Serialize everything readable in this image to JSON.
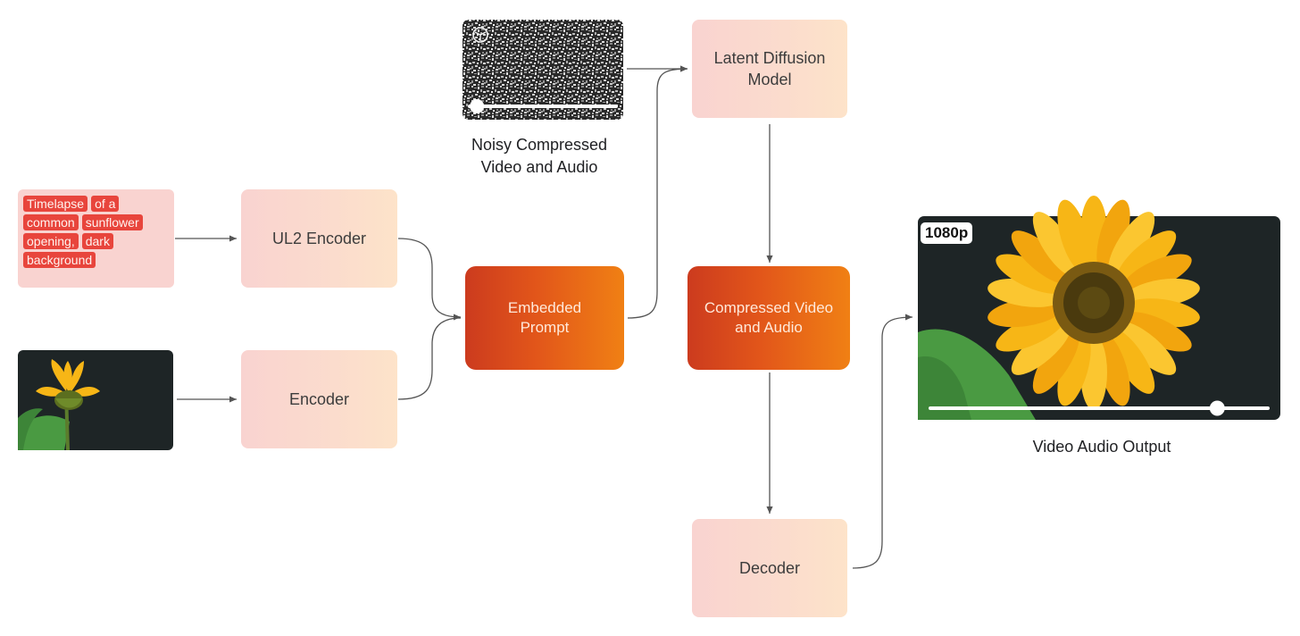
{
  "prompt_tokens": [
    "Timelapse",
    "of a",
    "common",
    "sunflower",
    "opening,",
    "dark",
    "background"
  ],
  "nodes": {
    "ul2_encoder": "UL2 Encoder",
    "encoder": "Encoder",
    "embedded_prompt": "Embedded Prompt",
    "latent_diffusion": "Latent Diffusion Model",
    "compressed": "Compressed Video and Audio",
    "decoder": "Decoder"
  },
  "captions": {
    "noisy": "Noisy Compressed Video and Audio",
    "output": "Video Audio Output"
  },
  "output_badge": "1080p",
  "noisy_playback_progress": 0.05,
  "output_playback_progress": 0.85,
  "colors": {
    "soft_box": "#f9d3d0",
    "hot_box_start": "#cc3b1e",
    "hot_box_end": "#f08014",
    "token": "#e8453c",
    "arrow": "#555555",
    "sunflower_petal": "#f7b616",
    "sunflower_center": "#5c4a12",
    "leaf": "#4a9a42"
  }
}
